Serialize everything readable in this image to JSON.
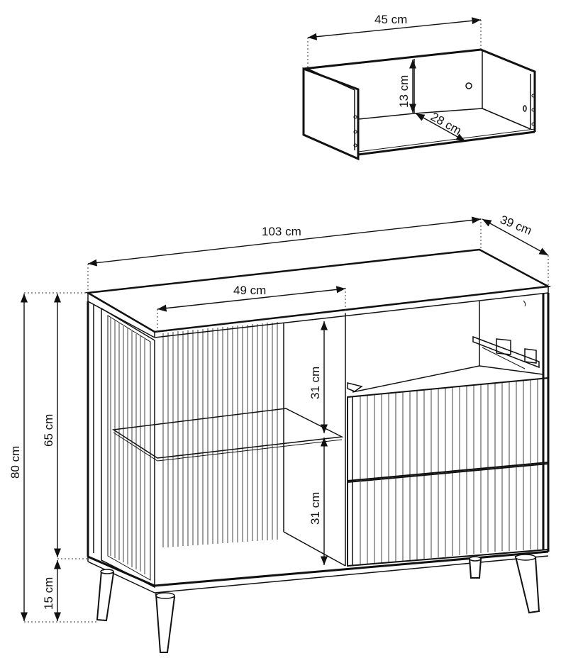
{
  "drawer": {
    "width_label": "45 cm",
    "height_label": "13 cm",
    "depth_label": "28 cm"
  },
  "cabinet": {
    "width_label": "103 cm",
    "depth_label": "39 cm",
    "inner_width_label": "49 cm",
    "upper_shelf_label": "31 cm",
    "lower_shelf_label": "31 cm",
    "total_height_label": "80 cm",
    "body_height_label": "65 cm",
    "leg_height_label": "15 cm"
  },
  "colors": {
    "ink": "#111111",
    "background": "#ffffff"
  }
}
